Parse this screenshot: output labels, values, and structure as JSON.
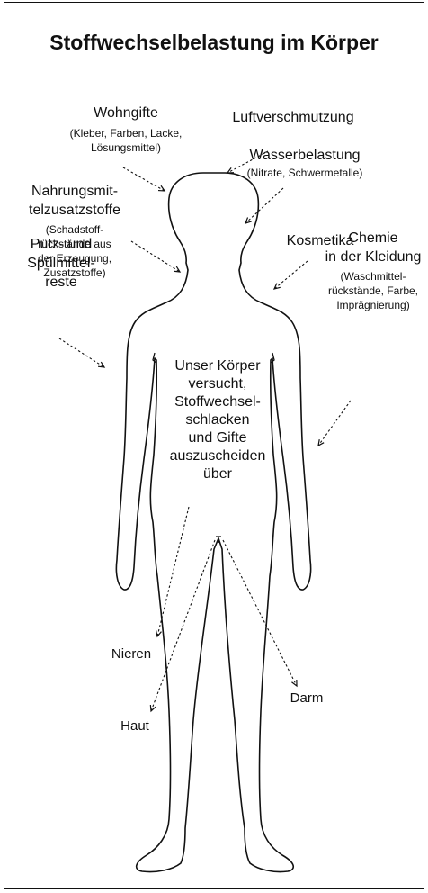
{
  "title": "Stoffwechselbelastung im Körper",
  "labels": {
    "wohngifte": {
      "heading": [
        "Wohngifte"
      ],
      "detail": [
        "(Kleber, Farben, Lacke,",
        "Lösungsmittel)"
      ]
    },
    "luft": {
      "heading": [
        "Luftverschmutzung"
      ],
      "detail": []
    },
    "wasser": {
      "heading": [
        "Wasserbelastung"
      ],
      "detail": [
        "(Nitrate, Schwermetalle)"
      ]
    },
    "nahrung": {
      "heading": [
        "Nahrungsmit-",
        "telzusatzstoffe"
      ],
      "detail": [
        "(Schadstoff-",
        "rückstände aus",
        "der Erzeugung,",
        "Zusatzstoffe)"
      ]
    },
    "kosmetik": {
      "heading": [
        "Kosmetika"
      ],
      "detail": []
    },
    "putz": {
      "heading": [
        "Putz- und",
        "Spülmittel-",
        "reste"
      ],
      "detail": []
    },
    "chemie": {
      "heading": [
        "Chemie",
        "in der Kleidung"
      ],
      "detail": [
        "(Waschmittel-",
        "rückstände, Farbe,",
        "Imprägnierung)"
      ]
    }
  },
  "center_text": [
    "Unser Körper",
    "versucht,",
    "Stoffwechsel-",
    "schlacken",
    "und Gifte",
    "auszuscheiden",
    "über"
  ],
  "organs": {
    "nieren": "Nieren",
    "haut": "Haut",
    "darm": "Darm"
  }
}
